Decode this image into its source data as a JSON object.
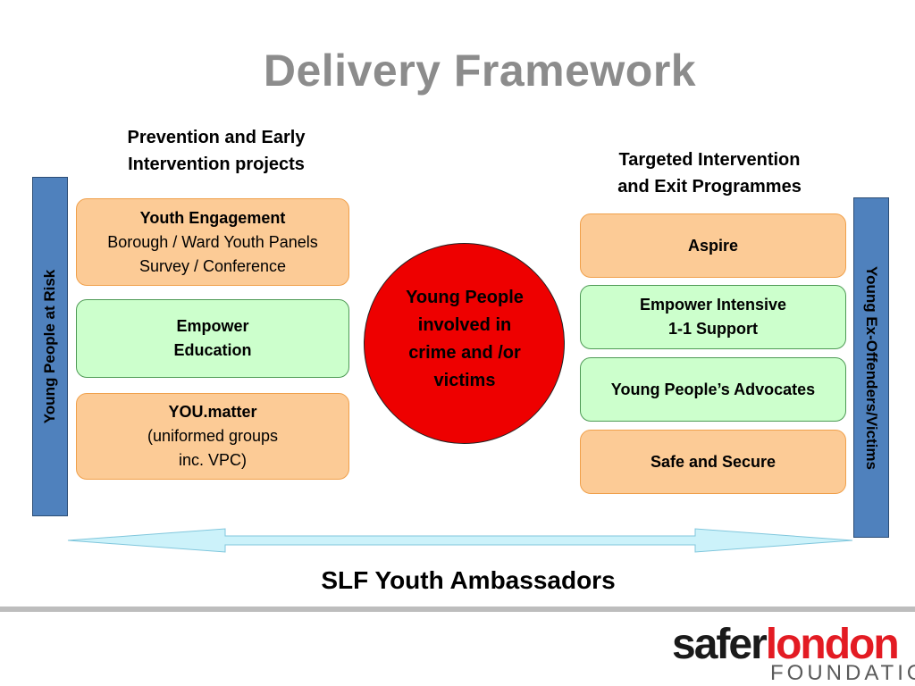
{
  "title": "Delivery Framework",
  "left_heading": [
    "Prevention and Early",
    "Intervention projects"
  ],
  "right_heading": [
    "Targeted Intervention",
    "and Exit Programmes"
  ],
  "left_bar_label": "Young People at Risk",
  "right_bar_label": "Young Ex-Offenders/Victims",
  "left_boxes": {
    "youth_engagement": {
      "title": "Youth Engagement",
      "line1": "Borough / Ward Youth Panels",
      "line2": "Survey / Conference"
    },
    "empower_education": {
      "line1": "Empower",
      "line2": "Education"
    },
    "you_matter": {
      "title": "YOU.matter",
      "line1": "(uniformed groups",
      "line2": "inc. VPC)"
    }
  },
  "center_circle": [
    "Young People",
    "involved in",
    "crime and /or",
    "victims"
  ],
  "right_boxes": {
    "aspire": "Aspire",
    "empower_intensive": {
      "line1": "Empower Intensive",
      "line2": "1-1 Support"
    },
    "advocates": "Young People’s Advocates",
    "safe_secure": "Safe and Secure"
  },
  "arrow_label": "SLF Youth Ambassadors",
  "logo": {
    "safer": "safer",
    "london": "london",
    "foundation": "FOUNDATION"
  },
  "colors": {
    "title": "#8c8c8c",
    "bar": "#4f81bd",
    "orange_box": "#fccb96",
    "green_box": "#ccffcc",
    "circle": "#ee0000",
    "arrow": "#ccf2fa",
    "logo_red": "#e31b23"
  }
}
